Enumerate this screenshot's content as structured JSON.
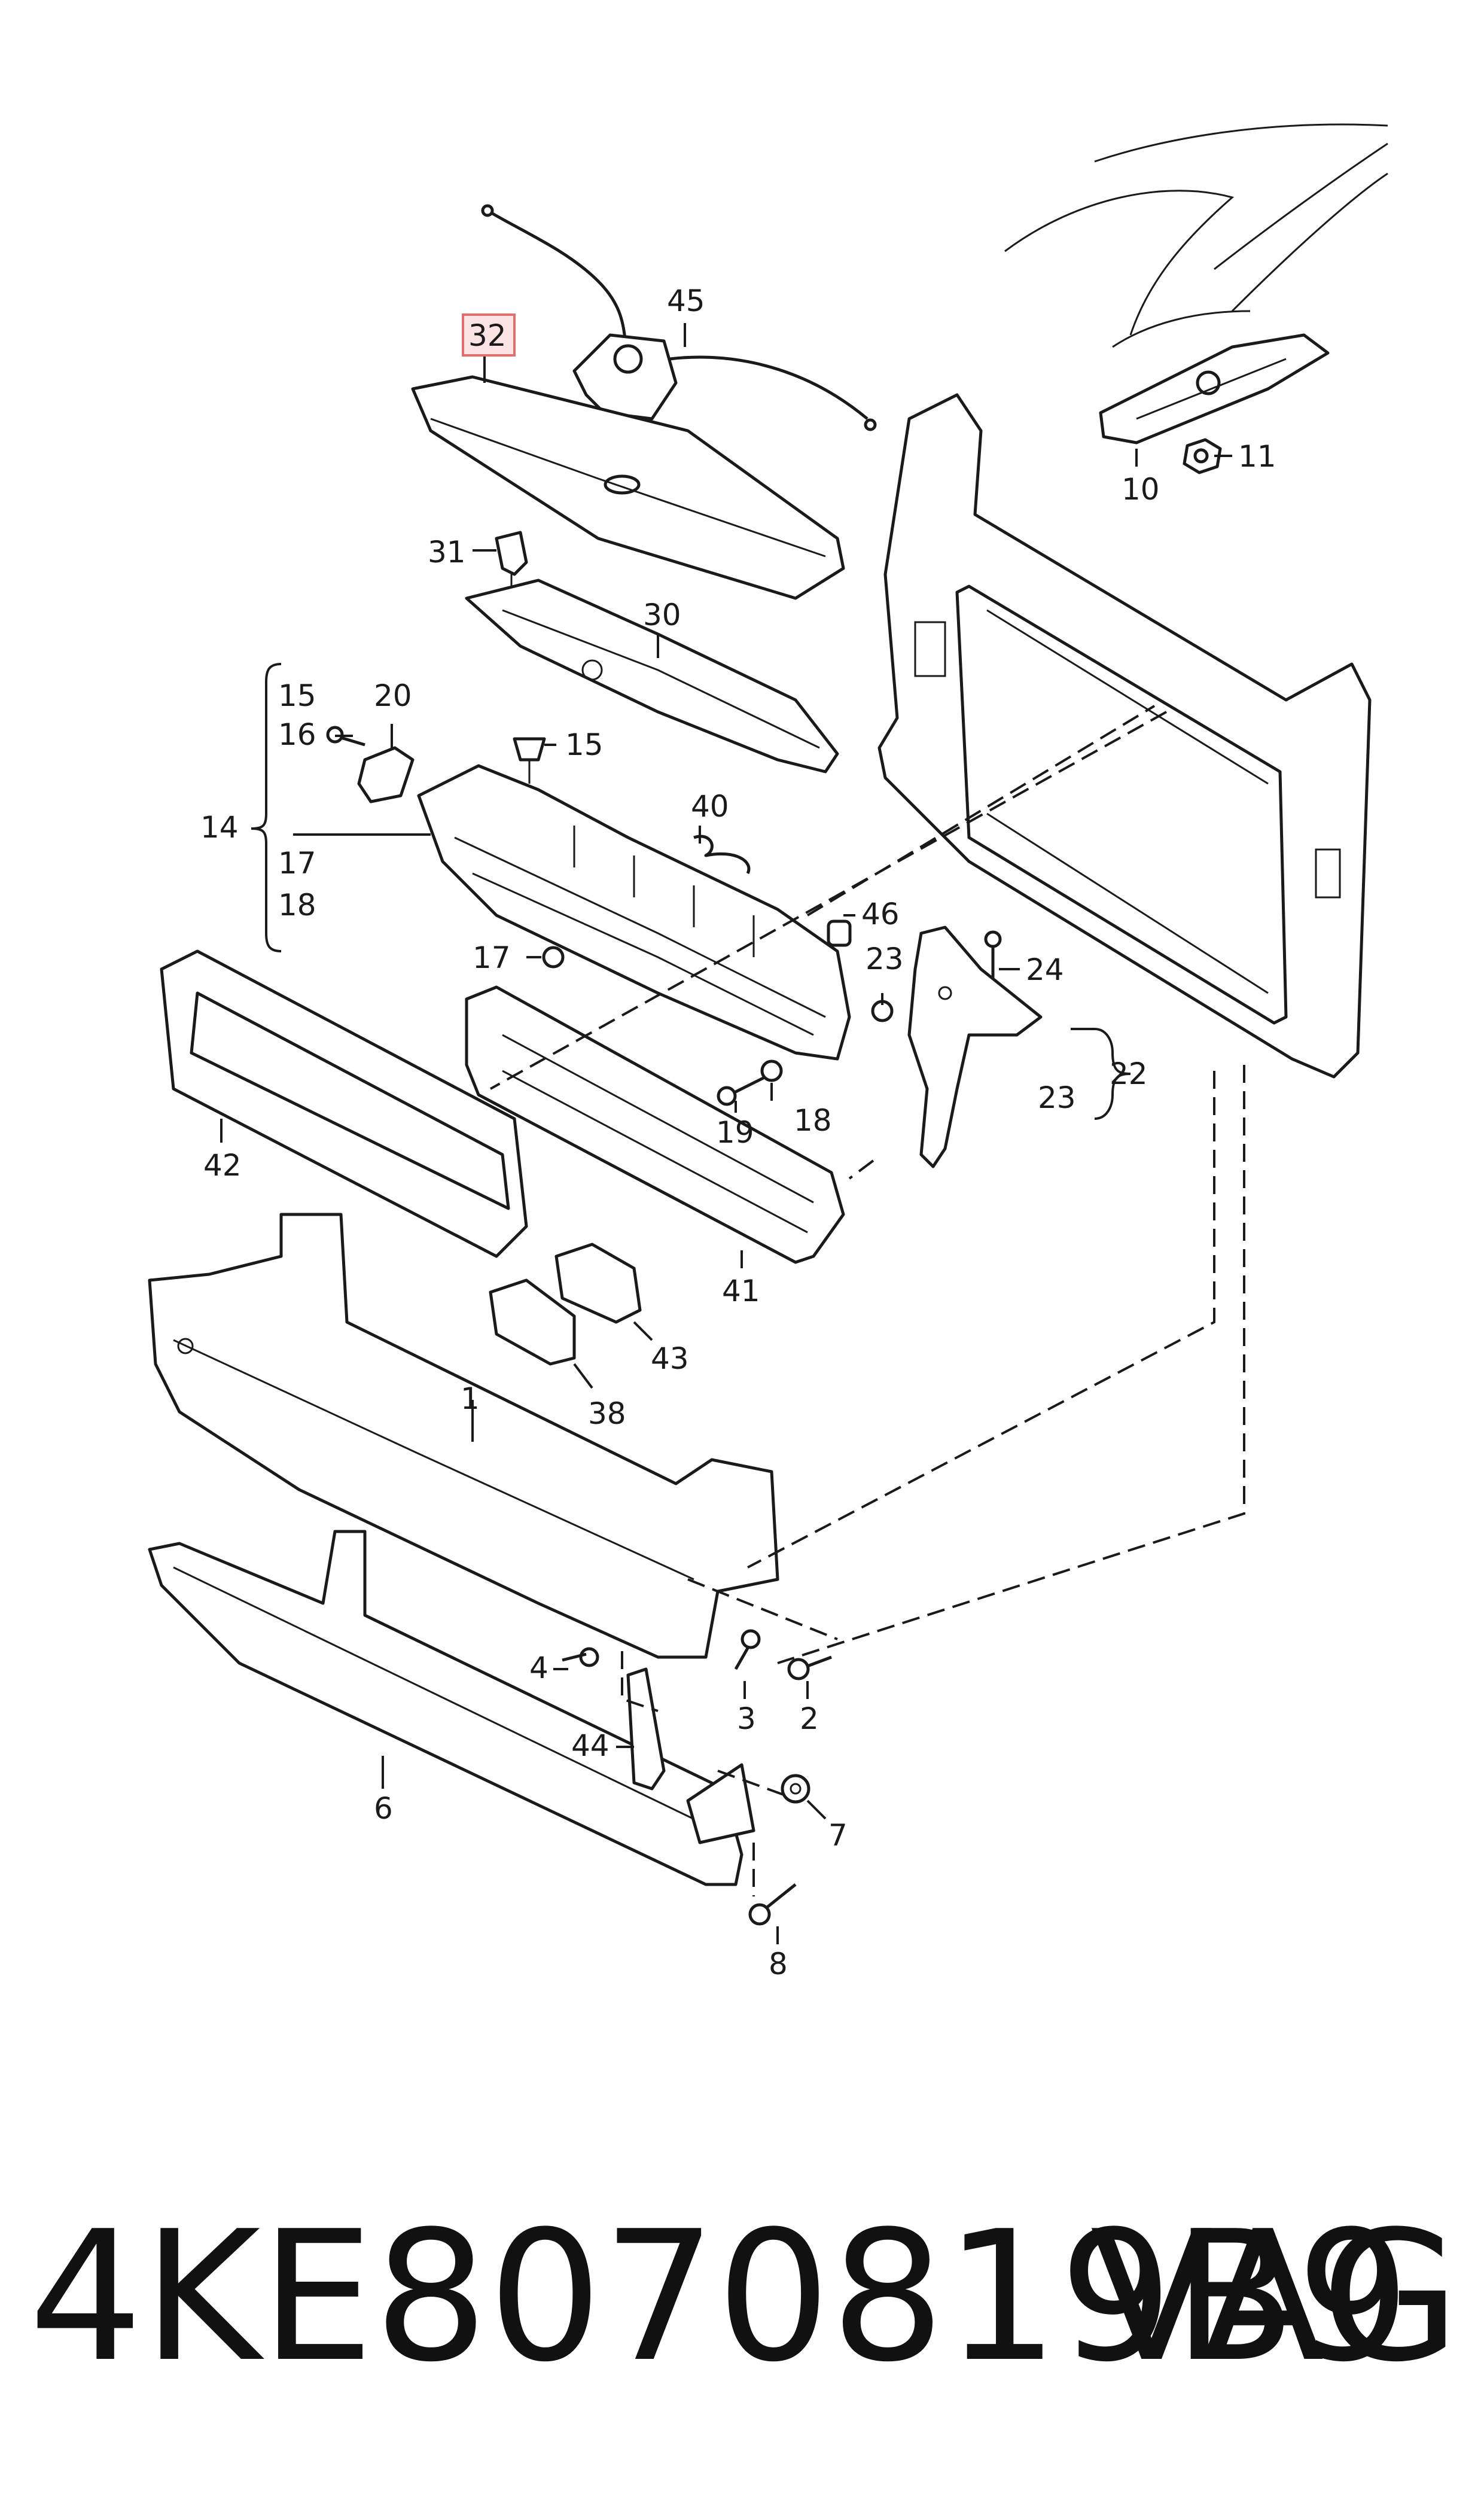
{
  "diagram": {
    "highlighted_label": "32",
    "labels": [
      {
        "id": "45",
        "text": "45"
      },
      {
        "id": "32",
        "text": "32"
      },
      {
        "id": "11",
        "text": "11"
      },
      {
        "id": "10",
        "text": "10"
      },
      {
        "id": "31",
        "text": "31"
      },
      {
        "id": "30",
        "text": "30"
      },
      {
        "id": "15a",
        "text": "15"
      },
      {
        "id": "20",
        "text": "20"
      },
      {
        "id": "16",
        "text": "16"
      },
      {
        "id": "15b",
        "text": "15"
      },
      {
        "id": "14",
        "text": "14"
      },
      {
        "id": "17a",
        "text": "17"
      },
      {
        "id": "18a",
        "text": "18"
      },
      {
        "id": "40",
        "text": "40"
      },
      {
        "id": "46",
        "text": "46"
      },
      {
        "id": "17b",
        "text": "17"
      },
      {
        "id": "23a",
        "text": "23"
      },
      {
        "id": "24",
        "text": "24"
      },
      {
        "id": "22",
        "text": "22"
      },
      {
        "id": "23b",
        "text": "23"
      },
      {
        "id": "18b",
        "text": "18"
      },
      {
        "id": "19",
        "text": "19"
      },
      {
        "id": "42",
        "text": "42"
      },
      {
        "id": "41",
        "text": "41"
      },
      {
        "id": "43",
        "text": "43"
      },
      {
        "id": "38",
        "text": "38"
      },
      {
        "id": "1",
        "text": "1"
      },
      {
        "id": "4",
        "text": "4"
      },
      {
        "id": "3",
        "text": "3"
      },
      {
        "id": "2",
        "text": "2"
      },
      {
        "id": "44",
        "text": "44"
      },
      {
        "id": "6",
        "text": "6"
      },
      {
        "id": "7",
        "text": "7"
      },
      {
        "id": "8",
        "text": "8"
      }
    ]
  },
  "footer": {
    "part_number": "4KE8070819B9",
    "brand": "VAG"
  }
}
